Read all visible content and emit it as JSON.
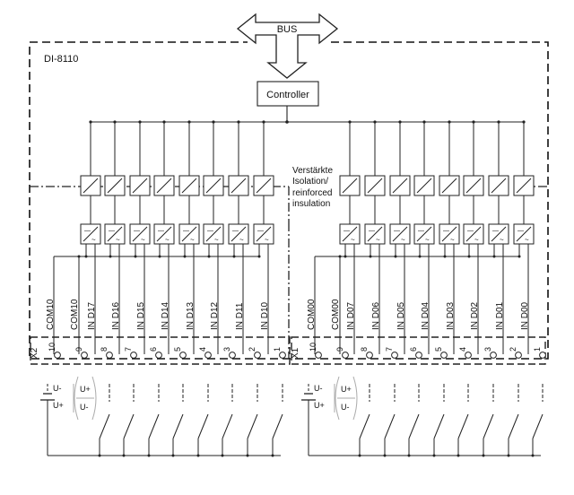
{
  "device": {
    "name": "DI-8110",
    "bus_label": "BUS",
    "controller_label": "Controller",
    "isolation_label": [
      "Verstärkte",
      "Isolation/",
      "reinforced",
      "insulation"
    ]
  },
  "connectors": [
    {
      "id": "X2",
      "com_labels": [
        "COM10",
        "COM10"
      ],
      "input_labels": [
        "IN D17",
        "IN D16",
        "IN D15",
        "IN D14",
        "IN D13",
        "IN D12",
        "IN D11",
        "IN D10"
      ],
      "pin_numbers": [
        "10",
        "9",
        "8",
        "7",
        "6",
        "5",
        "4",
        "3",
        "2",
        "1"
      ],
      "supply": {
        "minus": "U-",
        "plus": "U+",
        "alt_plus": "U+",
        "alt_minus": "U-"
      }
    },
    {
      "id": "X1",
      "com_labels": [
        "COM00",
        "COM00"
      ],
      "input_labels": [
        "IN D07",
        "IN D06",
        "IN D05",
        "IN D04",
        "IN D03",
        "IN D02",
        "IN D01",
        "IN D00"
      ],
      "pin_numbers": [
        "10",
        "9",
        "8",
        "7",
        "6",
        "5",
        "4",
        "3",
        "2",
        "1"
      ],
      "supply": {
        "minus": "U-",
        "plus": "U+",
        "alt_plus": "U+",
        "alt_minus": "U-"
      }
    }
  ]
}
